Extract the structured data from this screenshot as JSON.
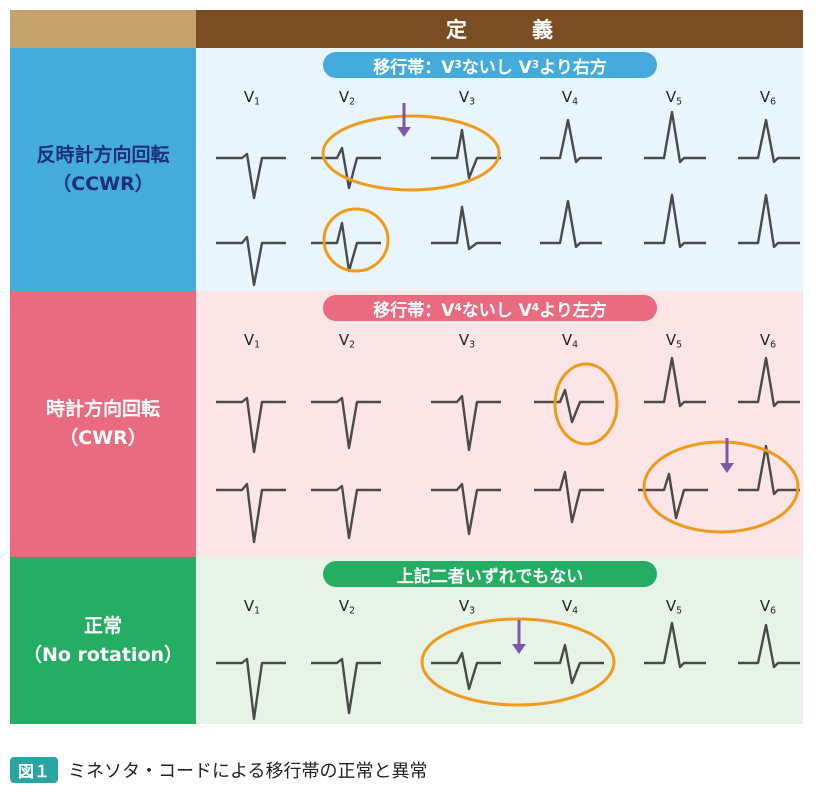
{
  "header": {
    "definition": "定　義"
  },
  "rows": [
    {
      "label_line1": "反時計方向回転",
      "label_line2": "（CCWR）",
      "pill_parts": [
        "移行帯：V",
        "3",
        " ないし V",
        "3",
        " より右方"
      ]
    },
    {
      "label_line1": "時計方向回転",
      "label_line2": "（CWR）",
      "pill_parts": [
        "移行帯：V",
        "4",
        " ないし V",
        "4",
        " より左方"
      ]
    },
    {
      "label_line1": "正常",
      "label_line2": "（No rotation）",
      "pill_parts": [
        "上記二者いずれでもない",
        "",
        "",
        "",
        ""
      ]
    }
  ],
  "lead_names": [
    {
      "letter": "V",
      "sub": "1"
    },
    {
      "letter": "V",
      "sub": "2"
    },
    {
      "letter": "V",
      "sub": "3"
    },
    {
      "letter": "V",
      "sub": "4"
    },
    {
      "letter": "V",
      "sub": "5"
    },
    {
      "letter": "V",
      "sub": "6"
    }
  ],
  "caption": {
    "badge": "図１",
    "text": "ミネソタ・コードによる移行帯の正常と異常"
  },
  "colors": {
    "header_brown": "#7a4d23",
    "header_tan": "#c4a36c",
    "ccwr_blue": "#45abdc",
    "cwr_pink": "#ea6a80",
    "normal_green": "#25ad64",
    "ccwr_text": "#1c2f7c",
    "highlight_orange": "#f09a1c",
    "arrow_purple": "#7f57a6",
    "waveform": "#4a4a4a",
    "caption_badge": "#2aa4a4"
  },
  "icons": [
    "down-arrow-icon"
  ]
}
